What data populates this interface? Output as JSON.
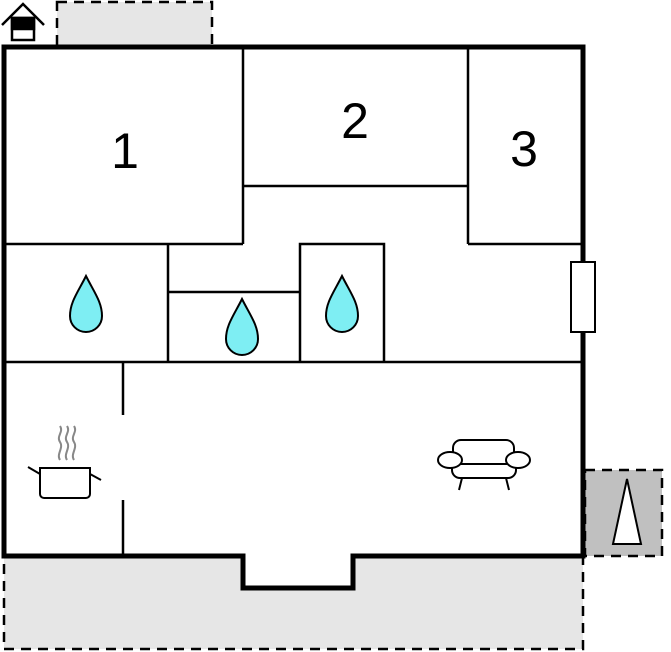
{
  "rooms": {
    "bedroom_1": "1",
    "bedroom_2": "2",
    "bedroom_3": "3"
  },
  "icons": [
    "house-entrance-icon",
    "water-drop-icon",
    "cooking-pot-icon",
    "sofa-icon",
    "tree-icon",
    "window-icon"
  ],
  "colors": {
    "terrace": "#e6e6e6",
    "garden": "#c0c0c0",
    "drop": "#7eeef3",
    "wall": "#000000"
  }
}
